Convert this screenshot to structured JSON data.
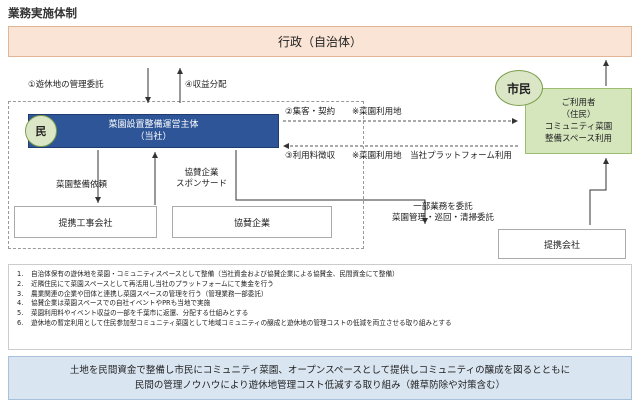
{
  "title": "業務実施体制",
  "gyosei": "行政（自治体）",
  "labels": {
    "kanri_itaku": "①遊休地の管理委託",
    "shueki_bunpai": "④収益分配",
    "shukyaku": "②集客・契約",
    "kaen_riyouchi": "※菜園利用地",
    "riyouryou": "③利用料徴収",
    "platform": "※菜園利用地　当社プラットフォーム利用",
    "seibi_irai": "菜園整備依頼",
    "kyosan_line1": "協賛企業",
    "kyosan_line2": "スポンサード",
    "ichibu_line1": "一部業務を委託",
    "ichibu_line2": "菜園管理・巡回・清掃委託"
  },
  "minkan": {
    "badge": "民",
    "line1": "菜園設置整備運営主体",
    "line2": "（当社）"
  },
  "shimin": "市民",
  "user_box": [
    "ご利用者",
    "（住民）",
    "コミュニティ菜園",
    "整備スペース利用"
  ],
  "boxes": {
    "teikei_koji": "提携工事会社",
    "kyosan_kigyo": "協賛企業",
    "teikei_kaisha": "提携会社"
  },
  "list": [
    {
      "num": "1.",
      "text": "自治体保有の遊休地を菜園・コミュニティスペースとして整備（当社資金および協賛企業による協賛金、民間資金にて整備）"
    },
    {
      "num": "2.",
      "text": "近隣住民にて菜園スペースとして再活用し当社のプラットフォームにて集金を行う"
    },
    {
      "num": "3.",
      "text": "農業関連の企業や団体と連携し菜園スペースの管理を行う（管理業務一部委託）"
    },
    {
      "num": "4.",
      "text": "協賛企業は菜園スペースでの自社イベントやPRも当地で実施"
    },
    {
      "num": "5.",
      "text": "菜園利用料やイベント収益の一部を千葉市に返還、分配する仕組みとする"
    },
    {
      "num": "6.",
      "text": "遊休地の暫定利用として住民参加型コミュニティ菜園として地域コミュニティの醸成と遊休地の管理コストの低減を両立させる取り組みとする"
    }
  ],
  "summary": [
    "土地を民間資金で整備し市民にコミュニティ菜園、オープンスペースとして提供しコミュニティの醸成を図るとともに",
    "民間の管理ノウハウにより遊休地管理コスト低減する取り組み（雑草防除や対策含む）"
  ]
}
